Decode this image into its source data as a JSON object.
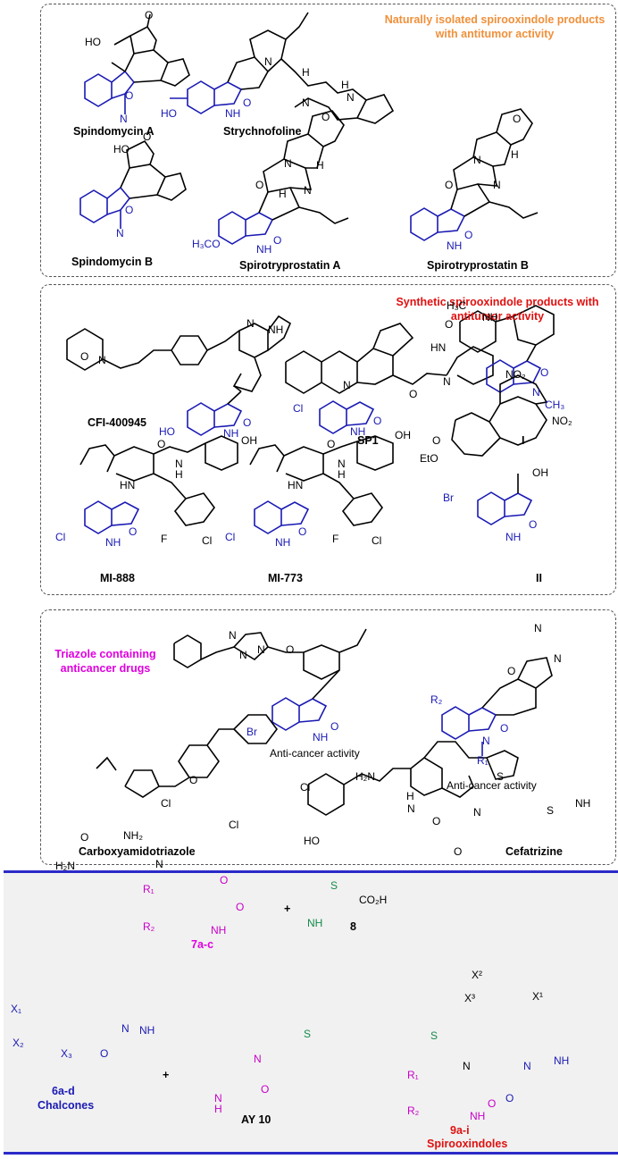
{
  "panel_natural": {
    "title": "Naturally isolated spirooxindole products with antitumor activity",
    "compounds": [
      "Spindomycin A",
      "Strychnofoline",
      "Spindomycin B",
      "Spirotryprostatin A",
      "Spirotryprostatin B"
    ]
  },
  "panel_synthetic": {
    "title": "Synthetic spirooxindole products with antitumor activity",
    "compounds": [
      "CFI-400945",
      "SP1",
      "I",
      "MI-888",
      "MI-773",
      "II"
    ]
  },
  "panel_triazole": {
    "title": "Triazole containing anticancer drugs",
    "activity_note_1": "Anti-cancer activity",
    "activity_note_2": "Anti-cancer activity",
    "compounds": [
      "Carboxyamidotriazole",
      "Cefatrizine"
    ]
  },
  "scheme": {
    "isatin_label": "7a-c",
    "thiazolidine_label": "8",
    "plus_1": "+",
    "plus_2": "+",
    "chalcone_code": "6a-d",
    "chalcone_name": "Chalcones",
    "intermediate_label": "AY 10",
    "product_code": "9a-i",
    "product_name": "Spirooxindoles"
  },
  "atoms": {
    "HO": "HO",
    "O": "O",
    "N": "N",
    "NH": "NH",
    "H": "H",
    "HN": "HN",
    "H3CO": "H₃CO",
    "Cl": "Cl",
    "Br": "Br",
    "F": "F",
    "OH": "OH",
    "NO2": "NO₂",
    "EtO": "EtO",
    "H3C": "H₃C",
    "CH3": "CH₃",
    "R1": "R₁",
    "R2": "R₂",
    "S": "S",
    "H2N": "H₂N",
    "NH2": "NH₂",
    "CO2H": "CO₂H",
    "X1": "X₁",
    "X2": "X₂",
    "X3": "X₃",
    "X1s": "X¹",
    "X2s": "X²",
    "X3s": "X³"
  },
  "colors": {
    "blue": "#1a1ab4",
    "orange": "#f0903a",
    "red": "#e01010",
    "magenta": "#e000e0",
    "green": "#1a8a4a",
    "scheme_border": "#2a2ac8"
  }
}
